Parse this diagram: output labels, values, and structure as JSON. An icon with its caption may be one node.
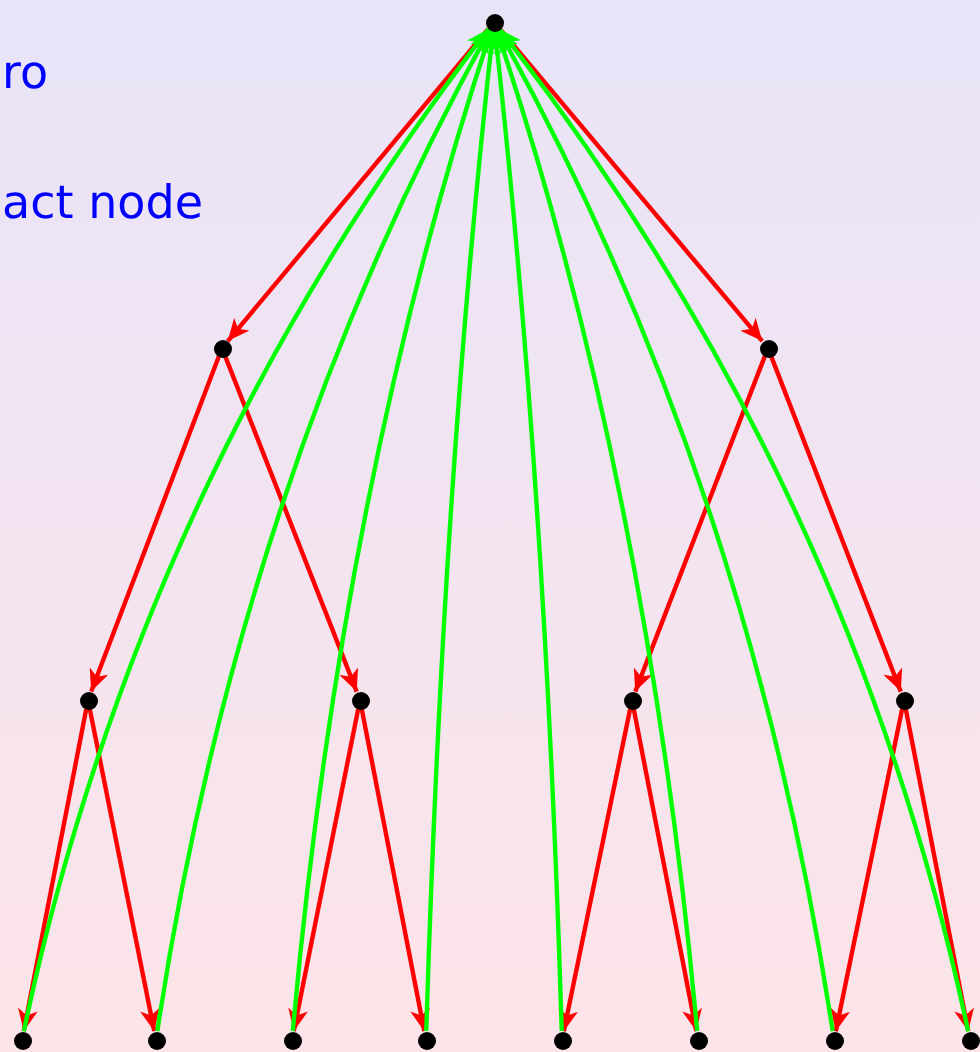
{
  "diagram": {
    "nodes": [
      {
        "text": [],
        "shape": "circle"
      },
      {
        "text": [],
        "shape": "circle"
      },
      {
        "text": [],
        "shape": "circle"
      },
      {
        "text": [],
        "shape": "circle"
      },
      {
        "text": [],
        "shape": "circle"
      },
      {
        "text": [],
        "shape": "circle"
      },
      {
        "text": [],
        "shape": "circle"
      },
      {
        "text": [],
        "shape": "circle"
      },
      {
        "text": [],
        "shape": "circle"
      },
      {
        "text": [],
        "shape": "circle"
      },
      {
        "text": [],
        "shape": "circle"
      },
      {
        "text": [],
        "shape": "circle"
      },
      {
        "text": [],
        "shape": "circle"
      },
      {
        "text": [],
        "shape": "circle"
      },
      {
        "text": [],
        "shape": "circle"
      }
    ],
    "edges": [
      {
        "from": 0,
        "to": 1,
        "arrow": "to"
      },
      {
        "from": 0,
        "to": 2,
        "arrow": "to"
      },
      {
        "from": 1,
        "to": 3,
        "arrow": "to"
      },
      {
        "from": 1,
        "to": 4,
        "arrow": "to"
      },
      {
        "from": 2,
        "to": 5,
        "arrow": "to"
      },
      {
        "from": 2,
        "to": 6,
        "arrow": "to"
      },
      {
        "from": 3,
        "to": 7,
        "arrow": "to"
      },
      {
        "from": 3,
        "to": 8,
        "arrow": "to"
      },
      {
        "from": 4,
        "to": 9,
        "arrow": "to"
      },
      {
        "from": 4,
        "to": 10,
        "arrow": "to"
      },
      {
        "from": 5,
        "to": 11,
        "arrow": "to"
      },
      {
        "from": 5,
        "to": 12,
        "arrow": "to"
      },
      {
        "from": 6,
        "to": 13,
        "arrow": "to"
      },
      {
        "from": 6,
        "to": 14,
        "arrow": "to"
      },
      {
        "from": 7,
        "to": 0,
        "arrow": "to",
        "color": "#00ff00"
      },
      {
        "from": 8,
        "to": 0,
        "arrow": "to",
        "color": "#00ff00"
      },
      {
        "from": 9,
        "to": 0,
        "arrow": "to",
        "color": "#00ff00"
      },
      {
        "from": 10,
        "to": 0,
        "arrow": "to",
        "color": "#00ff00"
      },
      {
        "from": 11,
        "to": 0,
        "arrow": "to",
        "color": "#00ff00"
      },
      {
        "from": 12,
        "to": 0,
        "arrow": "to",
        "color": "#00ff00"
      },
      {
        "from": 13,
        "to": 0,
        "arrow": "to",
        "color": "#00ff00"
      },
      {
        "from": 14,
        "to": 0,
        "arrow": "to",
        "color": "#00ff00"
      }
    ],
    "labels": [
      "ro",
      "act node"
    ]
  }
}
